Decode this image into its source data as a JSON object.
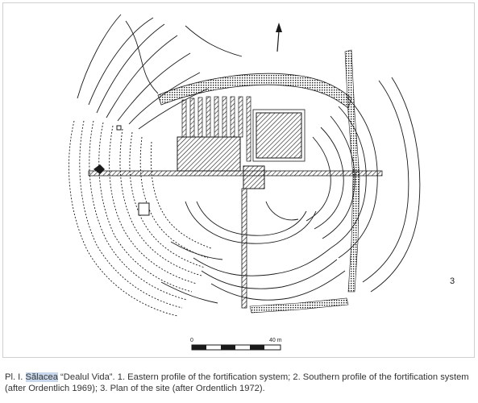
{
  "figure": {
    "plate_number": "3",
    "scale": {
      "start_label": "0",
      "end_label": "40 m"
    }
  },
  "caption": {
    "lead": "Pl. I.",
    "site_highlight": "Sălacea",
    "text": " “Dealul Vida”. 1. Eastern profile of the fortification system; 2. Southern profile of the fortification system (after Ordentlich 1969); 3. Plan of the site (after Ordentlich 1972)."
  },
  "colors": {
    "ink": "#1a1a1a",
    "highlight": "#c8d7ec",
    "frame": "#cfcfcf"
  }
}
